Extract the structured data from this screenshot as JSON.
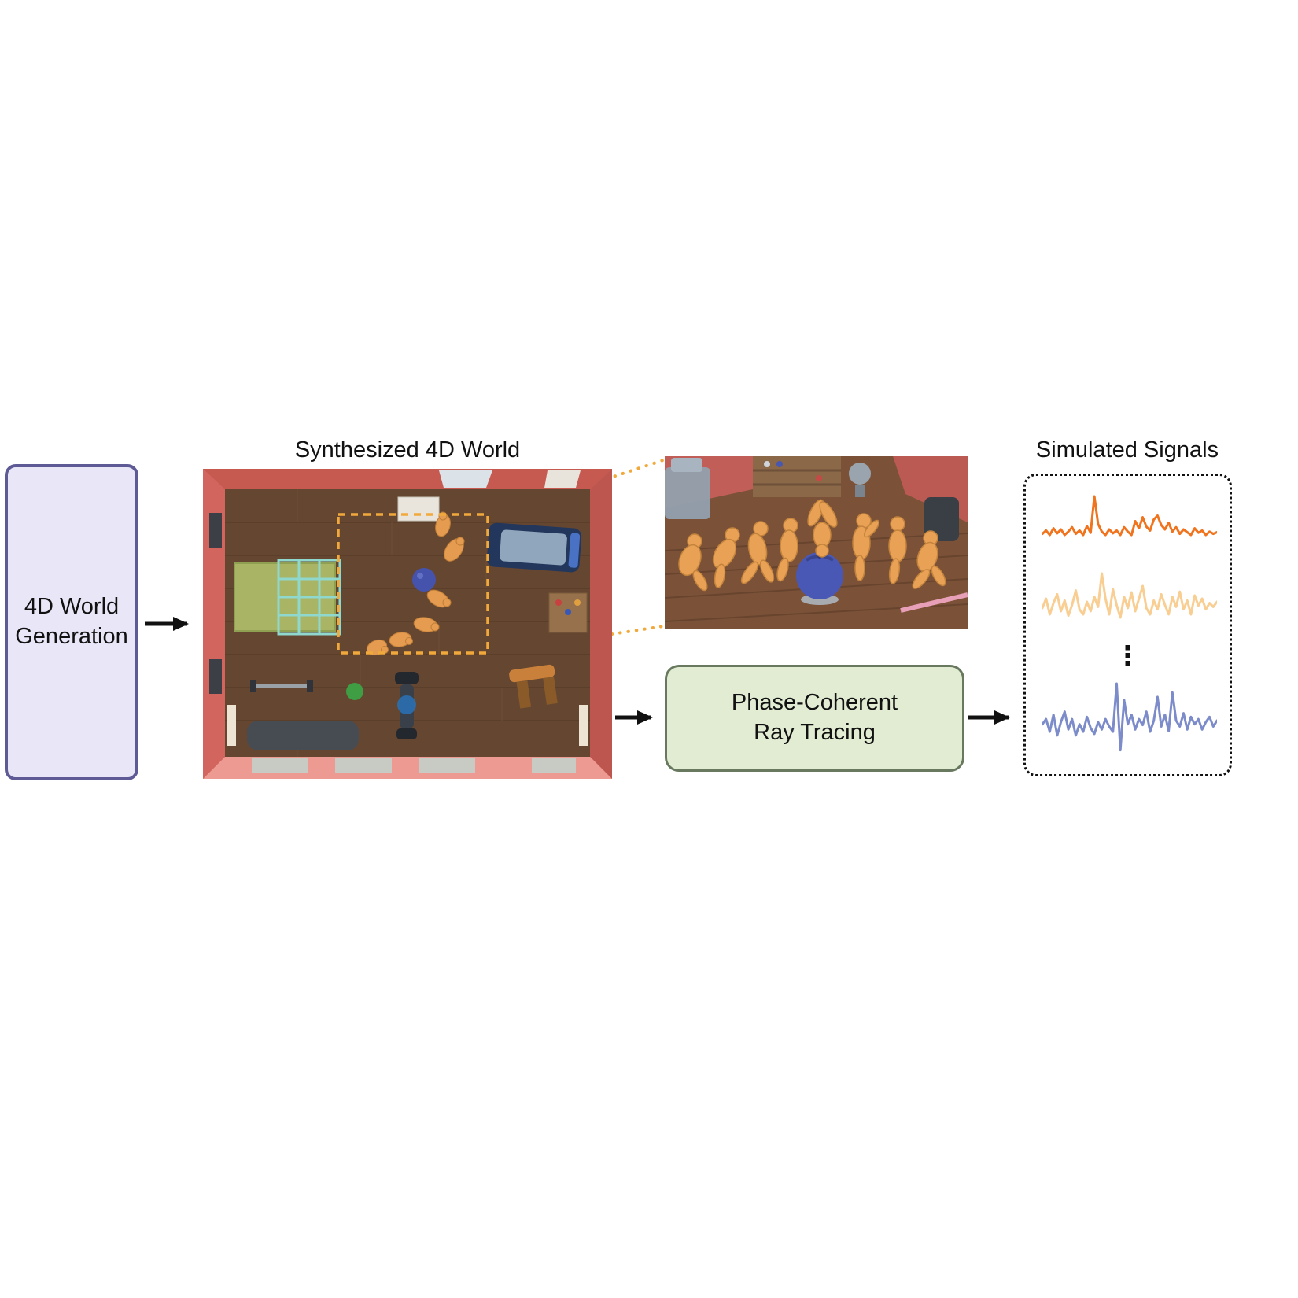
{
  "figure": {
    "left_box": {
      "line1": "4D World",
      "line2": "Generation"
    },
    "room": {
      "title": "Synthesized 4D World"
    },
    "ray_box": {
      "line1": "Phase-Coherent",
      "line2": "Ray Tracing"
    },
    "signals_panel": {
      "title": "Simulated Signals",
      "ellipsis": "⋮",
      "signals": [
        {
          "name": "signal-dark-orange",
          "color": "#F0731E",
          "values": [
            0.32,
            0.38,
            0.3,
            0.42,
            0.33,
            0.4,
            0.3,
            0.36,
            0.44,
            0.32,
            0.38,
            0.3,
            0.46,
            0.34,
            1.0,
            0.5,
            0.36,
            0.3,
            0.4,
            0.33,
            0.38,
            0.3,
            0.44,
            0.36,
            0.3,
            0.55,
            0.42,
            0.62,
            0.45,
            0.38,
            0.58,
            0.65,
            0.48,
            0.4,
            0.52,
            0.36,
            0.44,
            0.32,
            0.4,
            0.35,
            0.3,
            0.42,
            0.34,
            0.38,
            0.3,
            0.36,
            0.32,
            0.35
          ]
        },
        {
          "name": "signal-light-orange",
          "color": "#F9CE92",
          "values": [
            0.4,
            0.55,
            0.3,
            0.48,
            0.62,
            0.35,
            0.52,
            0.28,
            0.45,
            0.68,
            0.38,
            0.3,
            0.5,
            0.35,
            0.58,
            0.42,
            0.95,
            0.55,
            0.3,
            0.7,
            0.45,
            0.25,
            0.58,
            0.4,
            0.65,
            0.35,
            0.55,
            0.75,
            0.4,
            0.3,
            0.52,
            0.38,
            0.62,
            0.45,
            0.3,
            0.58,
            0.42,
            0.66,
            0.38,
            0.52,
            0.3,
            0.6,
            0.44,
            0.55,
            0.38,
            0.48,
            0.42,
            0.5
          ]
        },
        {
          "name": "signal-blue",
          "color": "#7C8BC9",
          "values": [
            0.45,
            0.52,
            0.35,
            0.58,
            0.3,
            0.48,
            0.62,
            0.38,
            0.52,
            0.3,
            0.45,
            0.35,
            0.55,
            0.4,
            0.32,
            0.48,
            0.38,
            0.52,
            0.42,
            0.35,
            1.0,
            0.1,
            0.78,
            0.45,
            0.58,
            0.38,
            0.52,
            0.44,
            0.62,
            0.35,
            0.5,
            0.82,
            0.42,
            0.58,
            0.36,
            0.88,
            0.5,
            0.42,
            0.6,
            0.38,
            0.55,
            0.45,
            0.52,
            0.38,
            0.48,
            0.55,
            0.42,
            0.5
          ]
        }
      ]
    },
    "colors": {
      "left_box_fill": "#E9E7F7",
      "left_box_border": "#5E5A96",
      "ray_box_fill": "#E1ECD3",
      "ray_box_border": "#68795F",
      "highlight_dash": "#F2A93B",
      "arrow": "#111111",
      "room_wall": "#D96F66",
      "room_floor": "#654631",
      "human_mesh": "#E59B50",
      "ball_blue": "#4A58B5"
    }
  }
}
